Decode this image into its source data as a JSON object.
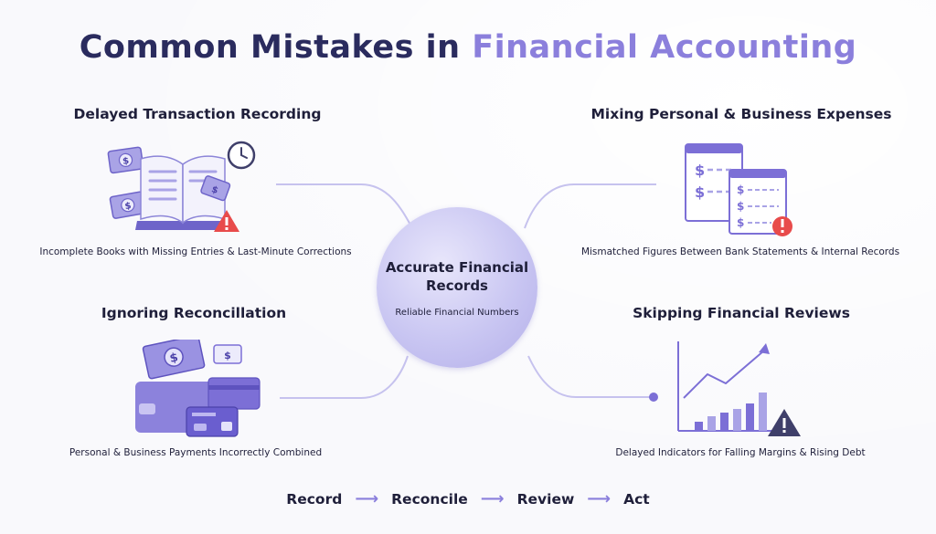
{
  "title": {
    "part1": "Common Mistakes in",
    "part2": "Financial Accounting"
  },
  "center": {
    "title": "Accurate Financial Records",
    "subtitle": "Reliable Financial Numbers"
  },
  "mistakes": [
    {
      "heading": "Delayed Transaction Recording",
      "caption": "Incomplete Books with Missing Entries & Last-Minute Corrections",
      "icon": "open-book-icon"
    },
    {
      "heading": "Mixing Personal & Business Expenses",
      "caption": "Mismatched Figures Between Bank Statements & Internal Records",
      "icon": "ledger-sheets-icon"
    },
    {
      "heading": "Ignoring Reconcillation",
      "caption": "Personal & Business Payments Incorrectly Combined",
      "icon": "cash-and-cards-icon"
    },
    {
      "heading": "Skipping Financial Reviews",
      "caption": "Delayed Indicators for Falling Margins & Rising Debt",
      "icon": "bar-chart-warning-icon"
    }
  ],
  "icon_glyphs": {
    "currency": "$"
  },
  "flow": {
    "steps": [
      "Record",
      "Reconcile",
      "Review",
      "Act"
    ],
    "arrow": "⟶"
  },
  "colors": {
    "accent": "#8b7fdc",
    "navy": "#2a2b5e",
    "warning": "#e84b4b",
    "purple": "#7c6fd6"
  }
}
